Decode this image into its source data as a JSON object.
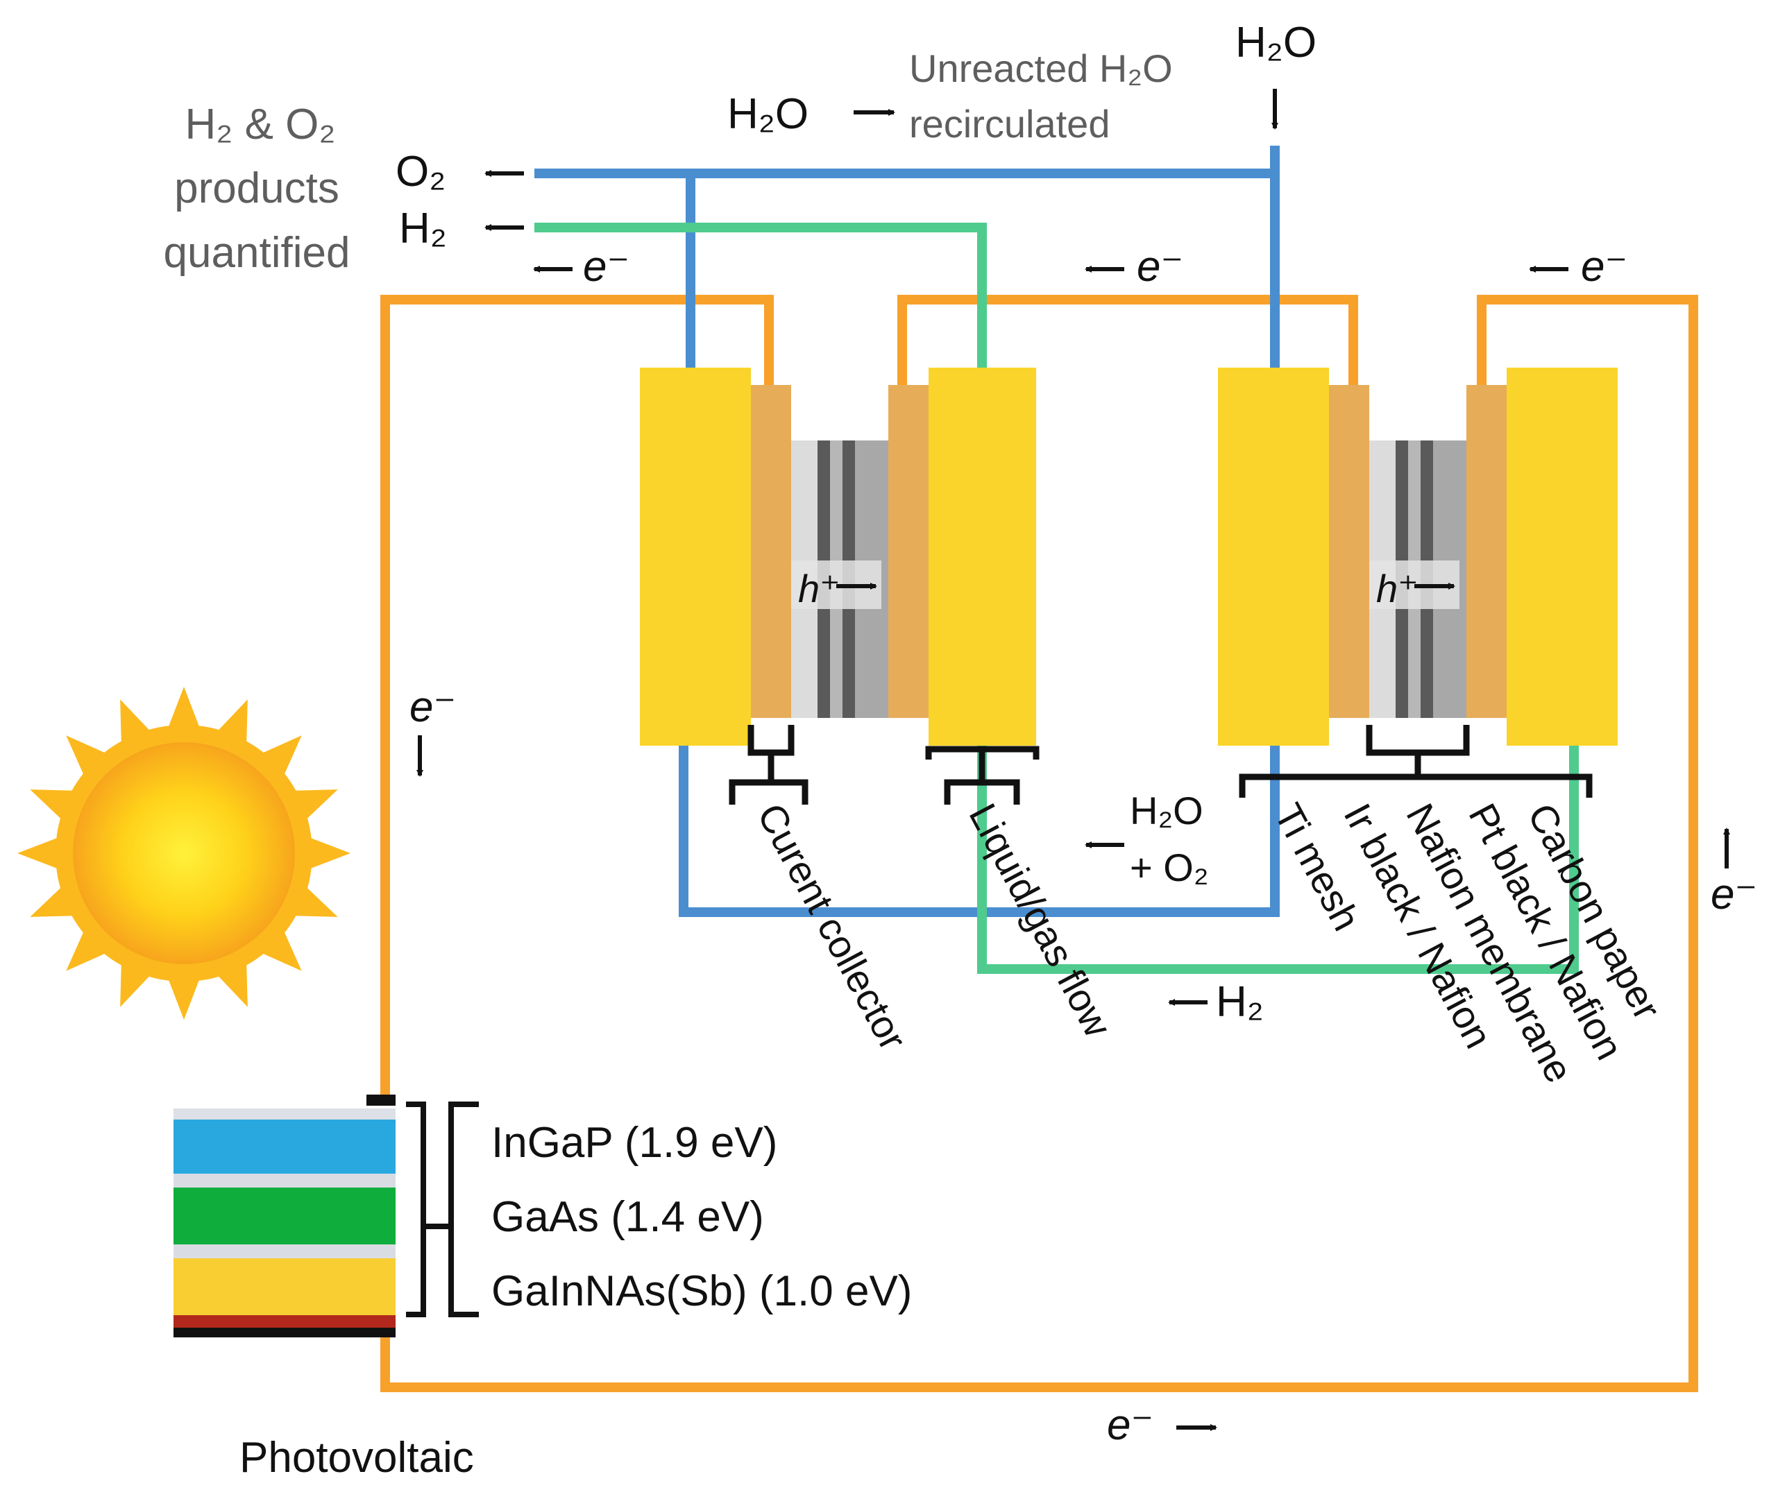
{
  "colors": {
    "wire": "#f7a12b",
    "water_pipe": "#4a8ed0",
    "h2_pipe": "#4fcb8e",
    "electrode": "#fad42b",
    "catalyst": "#e6ac58",
    "membrane_light": "#dcdcdc",
    "membrane_mid": "#b0b0b0",
    "membrane_dark": "#5a5a5a",
    "label_gray": "#5e5e5e",
    "label_black": "#111111",
    "pv_ingap": "#29a8e0",
    "pv_gaas": "#0fae3c",
    "pv_gainnas": "#f8ce32",
    "pv_contact_red": "#b3281c",
    "sun_core": "#ffd21a",
    "sun_rays": "#fbb91e"
  },
  "top_labels": {
    "products_line1": "H₂ & O₂",
    "products_line2": "products",
    "products_line3": "quantified",
    "o2_out": "O₂",
    "h2_out": "H₂",
    "h2o_mid": "H₂O",
    "unreacted_line1": "Unreacted H₂O",
    "unreacted_line2": "recirculated",
    "h2o_in": "H₂O"
  },
  "electron_labels": {
    "top_left": "e⁻",
    "top_mid": "e⁻",
    "top_right": "e⁻",
    "left_side": "e⁻",
    "right_side": "e⁻",
    "bottom": "e⁻"
  },
  "cells": {
    "left_proton": "h⁺",
    "right_proton": "h⁺"
  },
  "flow_labels": {
    "h2o_o2_line1": "H₂O",
    "h2o_o2_line2": "+ O₂",
    "h2_return": "H₂"
  },
  "component_labels": [
    "Curent collector",
    "Liquid/gas flow",
    "Ti mesh",
    "Ir black / Nafion",
    "Nafion membrane",
    "Pt black / Nafion",
    "Carbon paper"
  ],
  "photovoltaic": {
    "layers": [
      "InGaP (1.9 eV)",
      "GaAs (1.4 eV)",
      "GaInNAs(Sb) (1.0 eV)"
    ],
    "title": "Photovoltaic"
  },
  "icons": [
    "sun-icon",
    "arrow-left-icon",
    "arrow-right-icon",
    "arrow-down-icon",
    "arrow-up-icon"
  ]
}
